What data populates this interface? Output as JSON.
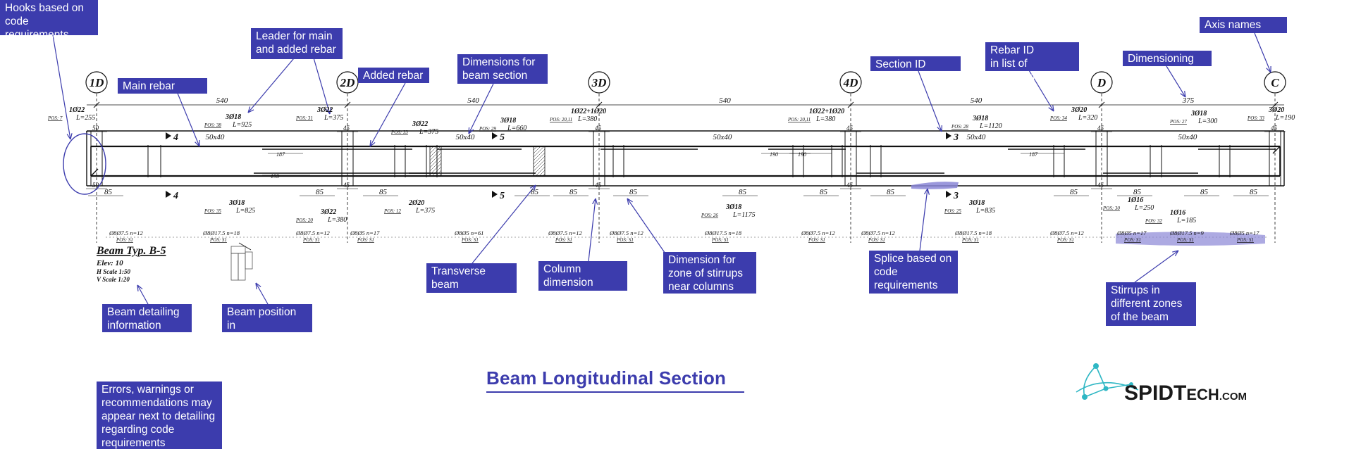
{
  "callouts": {
    "hooks": "Hooks based on\ncode requirements",
    "leader": "Leader for main\nand added rebar",
    "main_rebar": "Main rebar",
    "added_rebar": "Added rebar",
    "dimensions_section": "Dimensions for\nbeam section",
    "section_id": "Section ID",
    "rebar_id": "Rebar ID\nin list of materials",
    "dimensioning": "Dimensioning",
    "axis_names": "Axis names",
    "transverse_beam": "Transverse\nbeam",
    "column_dimension": "Column\ndimension",
    "zone_stirrups": "Dimension for\nzone of stirrups\nnear columns",
    "splice": "Splice based on\ncode\nrequirements",
    "stirrups_zones": "Stirrups in\ndifferent zones\nof the beam",
    "detailing_info": "Beam detailing\ninformation",
    "beam_position": "Beam position in\nlayout",
    "errors": "Errors, warnings or\nrecommendations may\nappear next to detailing\nregarding code\nrequirements"
  },
  "title": "Beam Longitudinal Section",
  "logo": {
    "main": "SPIDT",
    "tail": "ECH",
    "dotcom": ".COM",
    "accent": "#2fb7c4"
  },
  "colors": {
    "callout": "#3c3cad",
    "drawing": "#111111",
    "highlight": "#8a86d6"
  },
  "beam": {
    "name": "Beam Typ. B-5",
    "elev": "Elev:  10",
    "hscale": "H Scale  1:50",
    "vscale": "V Scale  1:20",
    "axes": [
      "1D",
      "2D",
      "3D",
      "4D",
      "D",
      "C"
    ],
    "span_dims": [
      "540",
      "540",
      "540",
      "540",
      "375"
    ],
    "sections": [
      "50x40",
      "50x40",
      "50x40",
      "50x40",
      "50x40",
      "50x40"
    ],
    "section_marks": [
      "4",
      "4",
      "5",
      "5",
      "3",
      "3"
    ],
    "column_dims": [
      "50",
      "50",
      "45",
      "45",
      "45",
      "45",
      "45",
      "45",
      "45",
      "45",
      "45"
    ],
    "zone_dims": [
      "85",
      "85",
      "85",
      "85",
      "85",
      "85",
      "85",
      "85",
      "85",
      "85",
      "85",
      "85",
      "85"
    ],
    "lap_dims": [
      "187",
      "193",
      "190",
      "190",
      "187"
    ],
    "top_rebars": [
      {
        "dia": "1Ø22",
        "pos": "POS: 7",
        "len": "L=255"
      },
      {
        "dia": "3Ø18",
        "pos": "POS: 38",
        "len": "L=925"
      },
      {
        "dia": "3Ø22",
        "pos": "POS: 31",
        "len": "L=375"
      },
      {
        "dia": "3Ø22",
        "pos": "POS: 33",
        "len": "L=375"
      },
      {
        "dia": "3Ø18",
        "pos": "POS: 29",
        "len": "L=660"
      },
      {
        "dia": "1Ø22+1Ø20",
        "pos": "POS: 20,11",
        "len": "L=380"
      },
      {
        "dia": "1Ø22+1Ø20",
        "pos": "POS: 20,11",
        "len": "L=380"
      },
      {
        "dia": "3Ø18",
        "pos": "POS: 28",
        "len": "L=1120"
      },
      {
        "dia": "3Ø20",
        "pos": "POS: 34",
        "len": "L=320"
      },
      {
        "dia": "3Ø18",
        "pos": "POS: 27",
        "len": "L=300"
      },
      {
        "dia": "3Ø20",
        "pos": "POS: 33",
        "len": "L=190"
      }
    ],
    "bottom_rebars": [
      {
        "dia": "3Ø18",
        "pos": "POS: 35",
        "len": "L=825"
      },
      {
        "dia": "3Ø22",
        "pos": "POS: 20",
        "len": "L=380"
      },
      {
        "dia": "2Ø20",
        "pos": "POS: 12",
        "len": "L=375"
      },
      {
        "dia": "3Ø18",
        "pos": "POS: 26",
        "len": "L=1175"
      },
      {
        "dia": "3Ø18",
        "pos": "POS: 25",
        "len": "L=835"
      },
      {
        "dia": "1Ø16",
        "pos": "POS: 30",
        "len": "L=250"
      },
      {
        "dia": "1Ø16",
        "pos": "POS: 32",
        "len": "L=185"
      }
    ],
    "stirrups": [
      {
        "spec": "Ø8Ø7.5  n=12",
        "pos": "POS: S1"
      },
      {
        "spec": "Ø8Ø17.5  n=18",
        "pos": "POS: S1"
      },
      {
        "spec": "Ø8Ø7.5  n=12",
        "pos": "POS: S1"
      },
      {
        "spec": "Ø8Ø5  n=17",
        "pos": "POS: S1"
      },
      {
        "spec": "Ø8Ø5  n=61",
        "pos": "POS: S1"
      },
      {
        "spec": "Ø8Ø7.5  n=12",
        "pos": "POS: S1"
      },
      {
        "spec": "Ø8Ø7.5  n=12",
        "pos": "POS: S1"
      },
      {
        "spec": "Ø8Ø17.5  n=18",
        "pos": "POS: S1"
      },
      {
        "spec": "Ø8Ø7.5  n=12",
        "pos": "POS: S1"
      },
      {
        "spec": "Ø8Ø7.5  n=12",
        "pos": "POS: S1"
      },
      {
        "spec": "Ø8Ø17.5  n=18",
        "pos": "POS: S1"
      },
      {
        "spec": "Ø8Ø7.5  n=12",
        "pos": "POS: S1"
      },
      {
        "spec": "Ø8Ø5  n=17",
        "pos": "POS: S1"
      },
      {
        "spec": "Ø8Ø17.5  n=9",
        "pos": "POS: S1"
      },
      {
        "spec": "Ø8Ø5  n=17",
        "pos": "POS: S1"
      }
    ]
  }
}
